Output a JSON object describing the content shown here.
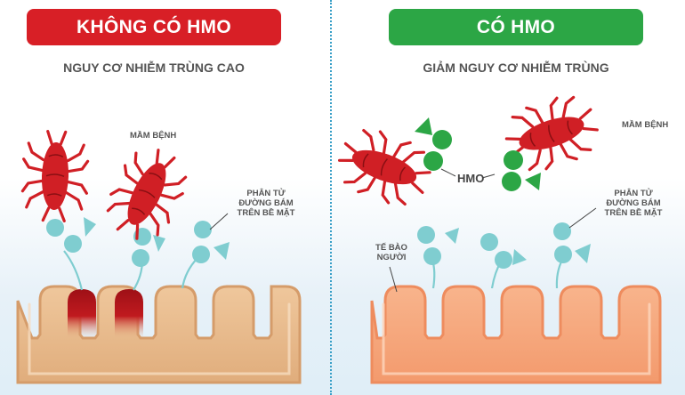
{
  "left_panel": {
    "banner": "KHÔNG CÓ HMO",
    "subtitle": "NGUY CƠ NHIỄM TRÙNG CAO",
    "pathogen_label": "MẦM BỆNH",
    "molecule_label": [
      "PHÂN TỬ",
      "ĐƯỜNG BÁM",
      "TRÊN BỀ MẶT"
    ]
  },
  "right_panel": {
    "banner": "CÓ HMO",
    "subtitle": "GIẢM NGUY CƠ NHIỄM TRÙNG",
    "pathogen_label": "MẦM BỆNH",
    "hmo_label": "HMO",
    "cell_label": [
      "TẾ BÀO",
      "NGƯỜI"
    ],
    "molecule_label": [
      "PHÂN TỬ",
      "ĐƯỜNG BÁM",
      "TRÊN BỀ MẶT"
    ]
  },
  "colors": {
    "danger": "#d81f26",
    "safe": "#2ca645",
    "cell_tan": "#e9b98a",
    "cell_orange": "#f6a77c",
    "sugar": "#7fcdd0",
    "pathogen": "#d01f25"
  }
}
